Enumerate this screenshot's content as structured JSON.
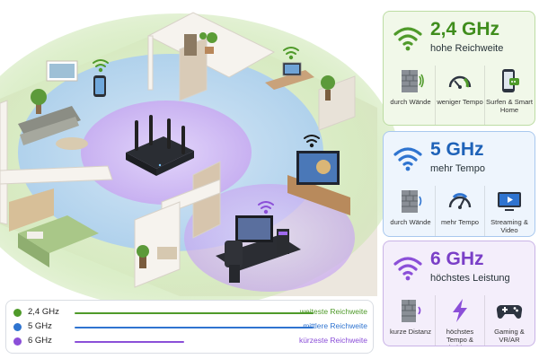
{
  "colors": {
    "band_24": "#4f9a2a",
    "band_5": "#2f74d0",
    "band_6": "#8b4fd8"
  },
  "panels": [
    {
      "id": "24",
      "frequency": "2,4 GHz",
      "subtitle": "hohe Reichweite",
      "features": [
        {
          "icon": "brick-wall-icon",
          "label": "durch Wände"
        },
        {
          "icon": "speedometer-low-icon",
          "label": "weniger Tempo"
        },
        {
          "icon": "smartphone-smart-home-icon",
          "label": "Surfen & Smart Home"
        }
      ]
    },
    {
      "id": "5",
      "frequency": "5 GHz",
      "subtitle": "mehr Tempo",
      "features": [
        {
          "icon": "brick-wall-icon",
          "label": "durch Wände"
        },
        {
          "icon": "speedometer-medium-icon",
          "label": "mehr Tempo"
        },
        {
          "icon": "tv-streaming-icon",
          "label": "Streaming & Video"
        }
      ]
    },
    {
      "id": "6",
      "frequency": "6 GHz",
      "subtitle": "höchstes Leistung",
      "features": [
        {
          "icon": "short-distance-wall-icon",
          "label": "kurze Distanz"
        },
        {
          "icon": "lightning-bolt-icon",
          "label": "höchstes Tempo & niedrigste Latenz"
        },
        {
          "icon": "gamepad-icon",
          "label": "Gaming & VR/AR"
        }
      ]
    }
  ],
  "legend": [
    {
      "band": "2,4 GHz",
      "description": "weiteste Reichweite",
      "relative_line_length": 1.0
    },
    {
      "band": "5 GHz",
      "description": "mittlere Reichweite",
      "relative_line_length": 1.0
    },
    {
      "band": "6 GHz",
      "description": "kürzeste Reichweite",
      "relative_line_length": 0.46
    }
  ]
}
